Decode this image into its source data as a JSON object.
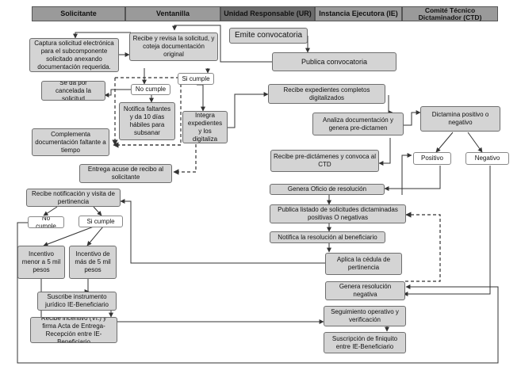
{
  "lanes": {
    "solicitante": "Solicitante",
    "ventanilla": "Ventanilla",
    "ur": "Unidad Responsable (UR)",
    "ie": "Instancia Ejecutora (IE)",
    "ctd": "Comité Técnico Dictaminador (CTD)"
  },
  "colors": {
    "lane_bg": "#9a9a9a",
    "lane_dark": "#6c6c6c",
    "box_bg": "#d4d4d4",
    "line": "#333333"
  },
  "nodes": {
    "captura": "Captura solicitud electrónica para el subcomponente solicitado anexando documentación requerida.",
    "recibe_revisa": "Recibe y revisa la solicitud, y coteja documentación original",
    "emite": "Emite convocatoria",
    "publica_conv": "Publica convocatoria",
    "cancelada": "Se da por cancelada la solicitud",
    "no_cumple_1": "No cumple",
    "si_cumple_1": "Si cumple",
    "notifica_faltantes": "Notifica faltantes y da 10 días hábiles para subsanar",
    "integra": "Integra expedientes y los digitaliza",
    "complementa": "Complementa documentación faltante a tiempo",
    "entrega_acuse": "Entrega acuse de recibo al solicitante",
    "recibe_expedientes": "Recibe expedientes completos digitalizados",
    "analiza": "Analiza documentación y genera pre-dictamen",
    "dictamina": "Dictamina positivo o negativo",
    "positivo": "Positivo",
    "negativo": "Negativo",
    "recibe_predict": "Recibe pre-dictámenes y convoca al CTD",
    "genera_oficio": "Genera Oficio de resolución",
    "publica_listado": "Publica listado de solicitudes dictaminadas positivas O negativas",
    "notifica_resolucion": "Notifica la resolución al beneficiario",
    "aplica_cedula": "Aplica la cédula de pertinencia",
    "genera_negativa": "Genera resolución negativa",
    "recibe_notif": "Recibe notificación y visita de pertinencia",
    "no_cumple_2": "No cumple",
    "si_cumple_2": "Si cumple",
    "incentivo_menor": "Incentivo menor a 5 mil pesos",
    "incentivo_mas": "Incentivo de más de 5 mil pesos",
    "suscribe": "Suscribe instrumento jurídico IE-Beneficiario",
    "recibe_incentivo": "Recibe incentivo (VI.) y firma Acta de Entrega-Recepción entre IE-Beneficiario",
    "seguimiento": "Seguimiento operativo y verificación",
    "finiquito": "Suscripción de finiquito entre IE-Beneficiario"
  }
}
